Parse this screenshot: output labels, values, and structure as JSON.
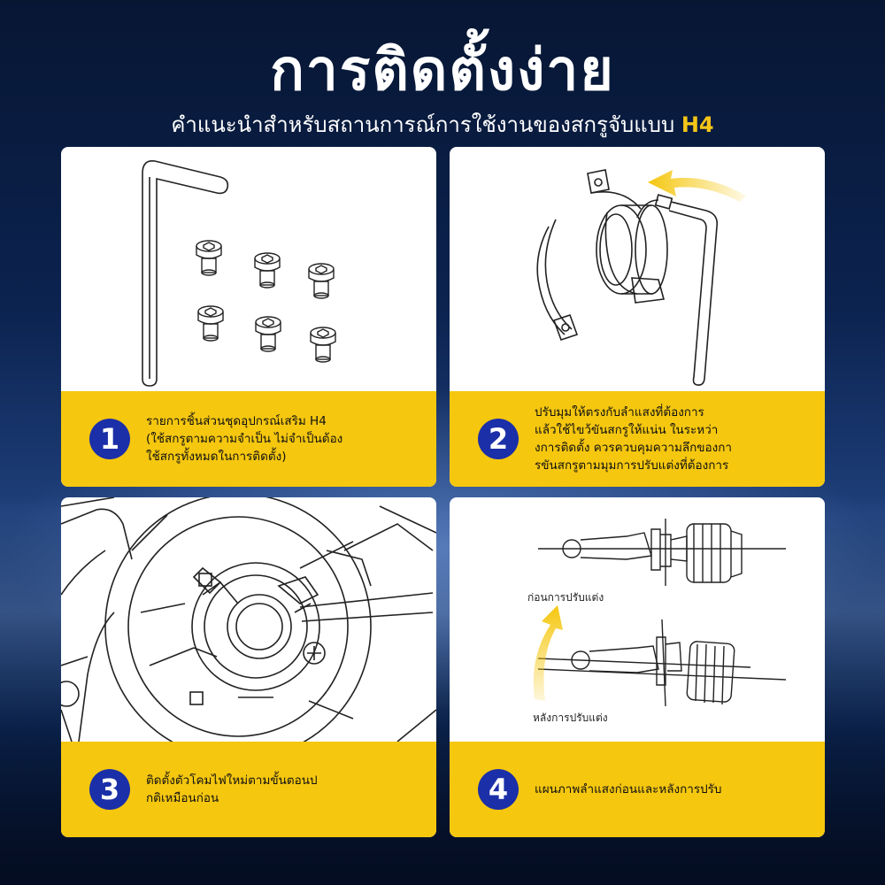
{
  "header": {
    "title": "การติดตั้งง่าย",
    "subtitle_main": "คำแนะนำสำหรับสถานการณ์การใช้งานของสกรูจับแบบ ",
    "subtitle_highlight": "H4"
  },
  "colors": {
    "accent_yellow": "#f5c70f",
    "number_badge": "#1b2fa8",
    "highlight_text": "#f5c518"
  },
  "steps": [
    {
      "number": "1",
      "lines": [
        "รายการชิ้นส่วนชุดอุปกรณ์เสริม H4",
        "(ใช้สกรูตามความจำเป็น ไม่จำเป็นต้อง",
        "ใช้สกรูทั้งหมดในการติดตั้ง)"
      ],
      "icons": [
        "allen-key-icon",
        "socket-screw-icon"
      ]
    },
    {
      "number": "2",
      "lines": [
        "ปรับมุมให้ตรงกับลำแสงที่ต้องการ",
        "แล้วใช้ไขว้ขันสกรูให้แน่น ในระหว่า",
        "งการติดตั้ง ควรควบคุมความลึกของกา",
        "รขันสกรูตามมุมการปรับแต่งที่ต้องการ"
      ],
      "icons": [
        "bulb-adapter-ring-icon",
        "allen-key-icon",
        "arrow-icon"
      ]
    },
    {
      "number": "3",
      "lines": [
        "ติดตั้งตัวโคมไฟใหม่ตามขั้นตอนป",
        "กติเหมือนก่อน"
      ],
      "icons": [
        "headlight-housing-icon"
      ]
    },
    {
      "number": "4",
      "lines": [
        "แผนภาพลำแสงก่อนและหลังการปรับ"
      ],
      "before_label": "ก่อนการปรับแต่ง",
      "after_label": "หลังการปรับแต่ง",
      "icons": [
        "led-bulb-icon",
        "curved-arrow-icon"
      ]
    }
  ]
}
